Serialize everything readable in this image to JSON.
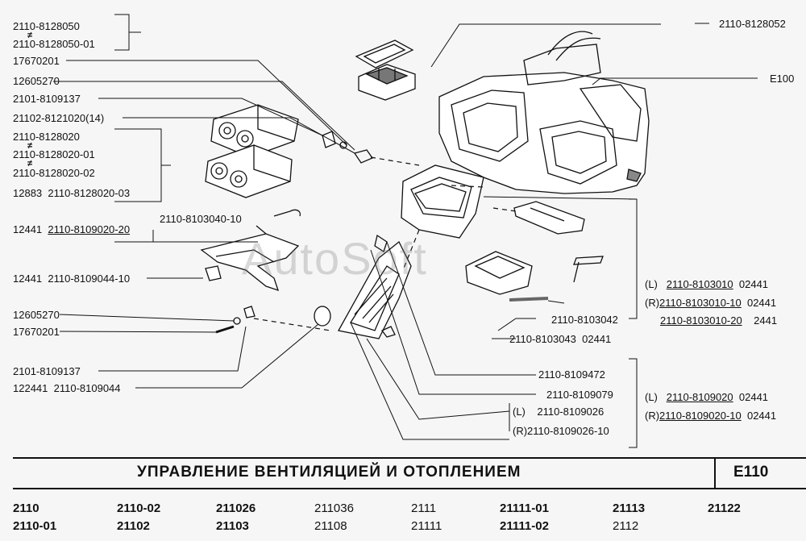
{
  "left_labels": {
    "l1": "2110-8128050",
    "l2": "2110-8128050-01",
    "l3": "17670201",
    "l4": "12605270",
    "l5": "2101-8109137",
    "l6": "21102-8121020(14)",
    "l7": "2110-8128020",
    "l8": "2110-8128020-01",
    "l9": "2110-8128020-02",
    "l10a": "12883",
    "l10b": "2110-8128020-03",
    "l11a": "12441",
    "l11b": "2110-8109020-20",
    "l12": "2110-8103040-10",
    "l13a": "12441",
    "l13b": "2110-8109044-10",
    "l14": "12605270",
    "l15": "17670201",
    "l16": "2101-8109137",
    "l17a": "122441",
    "l17b": "2110-8109044"
  },
  "neq_symbol": "≠",
  "right_labels": {
    "r_top": "2110-8128052",
    "r_e100": "E100",
    "r1_a": "(L)",
    "r1_b": "2110-8103010",
    "r1_c": "02441",
    "r2_a": "(R)",
    "r2_b": "2110-8103010-10",
    "r2_c": "02441",
    "r3_b": "2110-8103010-20",
    "r3_c": "2441",
    "r4": "2110-8103042",
    "r5_a": "2110-8103043",
    "r5_b": "02441",
    "r6": "2110-8109472",
    "r7": "2110-8109079",
    "r8_a": "(L)",
    "r8_b": "2110-8109026",
    "r9_a": "(R)",
    "r9_b": "2110-8109026-10",
    "r10_a": "(L)",
    "r10_b": "2110-8109020",
    "r10_c": "02441",
    "r11_a": "(R)",
    "r11_b": "2110-8109020-10",
    "r11_c": "02441"
  },
  "watermark": "AutoSoft",
  "title": "УПРАВЛЕНИЕ  ВЕНТИЛЯЦИЕЙ  И  ОТОПЛЕНИЕМ",
  "section_code": "E110",
  "models": {
    "row1": [
      "2110",
      "2110-02",
      "211026",
      "211036",
      "2111",
      "21111-01",
      "21113",
      "21122"
    ],
    "row2": [
      "2110-01",
      "21102",
      "21103",
      "21108",
      "21111",
      "21111-02",
      "2112"
    ]
  }
}
